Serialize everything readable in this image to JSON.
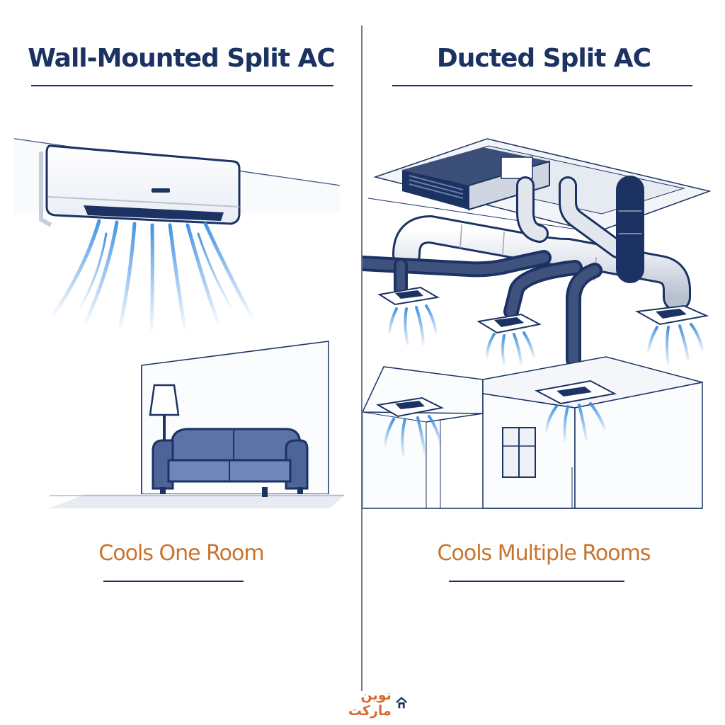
{
  "left_panel": {
    "title": "Wall-Mounted Split AC",
    "caption": "Cools One Room"
  },
  "right_panel": {
    "title": "Ducted Split AC",
    "caption": "Cools Multiple Rooms"
  },
  "brand": {
    "logo_text": "نوین مارکت",
    "logo_icon": "home-icon"
  },
  "colors": {
    "title_navy": "#1b3263",
    "caption_orange": "#c8742b",
    "airflow_blue": "#3a8de0",
    "sofa_blue": "#5b73a7",
    "brand_orange": "#d9692f"
  }
}
